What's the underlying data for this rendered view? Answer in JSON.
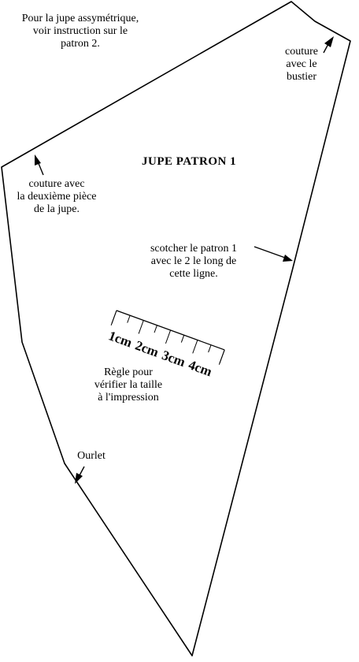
{
  "title": "JUPE PATRON 1",
  "notes": {
    "top_left": "Pour la jupe assymétrique,\nvoir instruction sur le\npatron 2.",
    "bustier": "couture\navec le\nbustier",
    "side_seam": "couture avec\nla deuxième pièce\nde la jupe.",
    "scotch": "scotcher le patron 1\navec le 2 le long de\ncette ligne.",
    "regle": "Règle pour\nvérifier la taille\nà l'impression",
    "ourlet": "Ourlet"
  },
  "ruler": {
    "labels": [
      "1cm",
      "2cm",
      "3cm",
      "4cm"
    ]
  },
  "colors": {
    "line": "#000000",
    "background": "#ffffff"
  }
}
